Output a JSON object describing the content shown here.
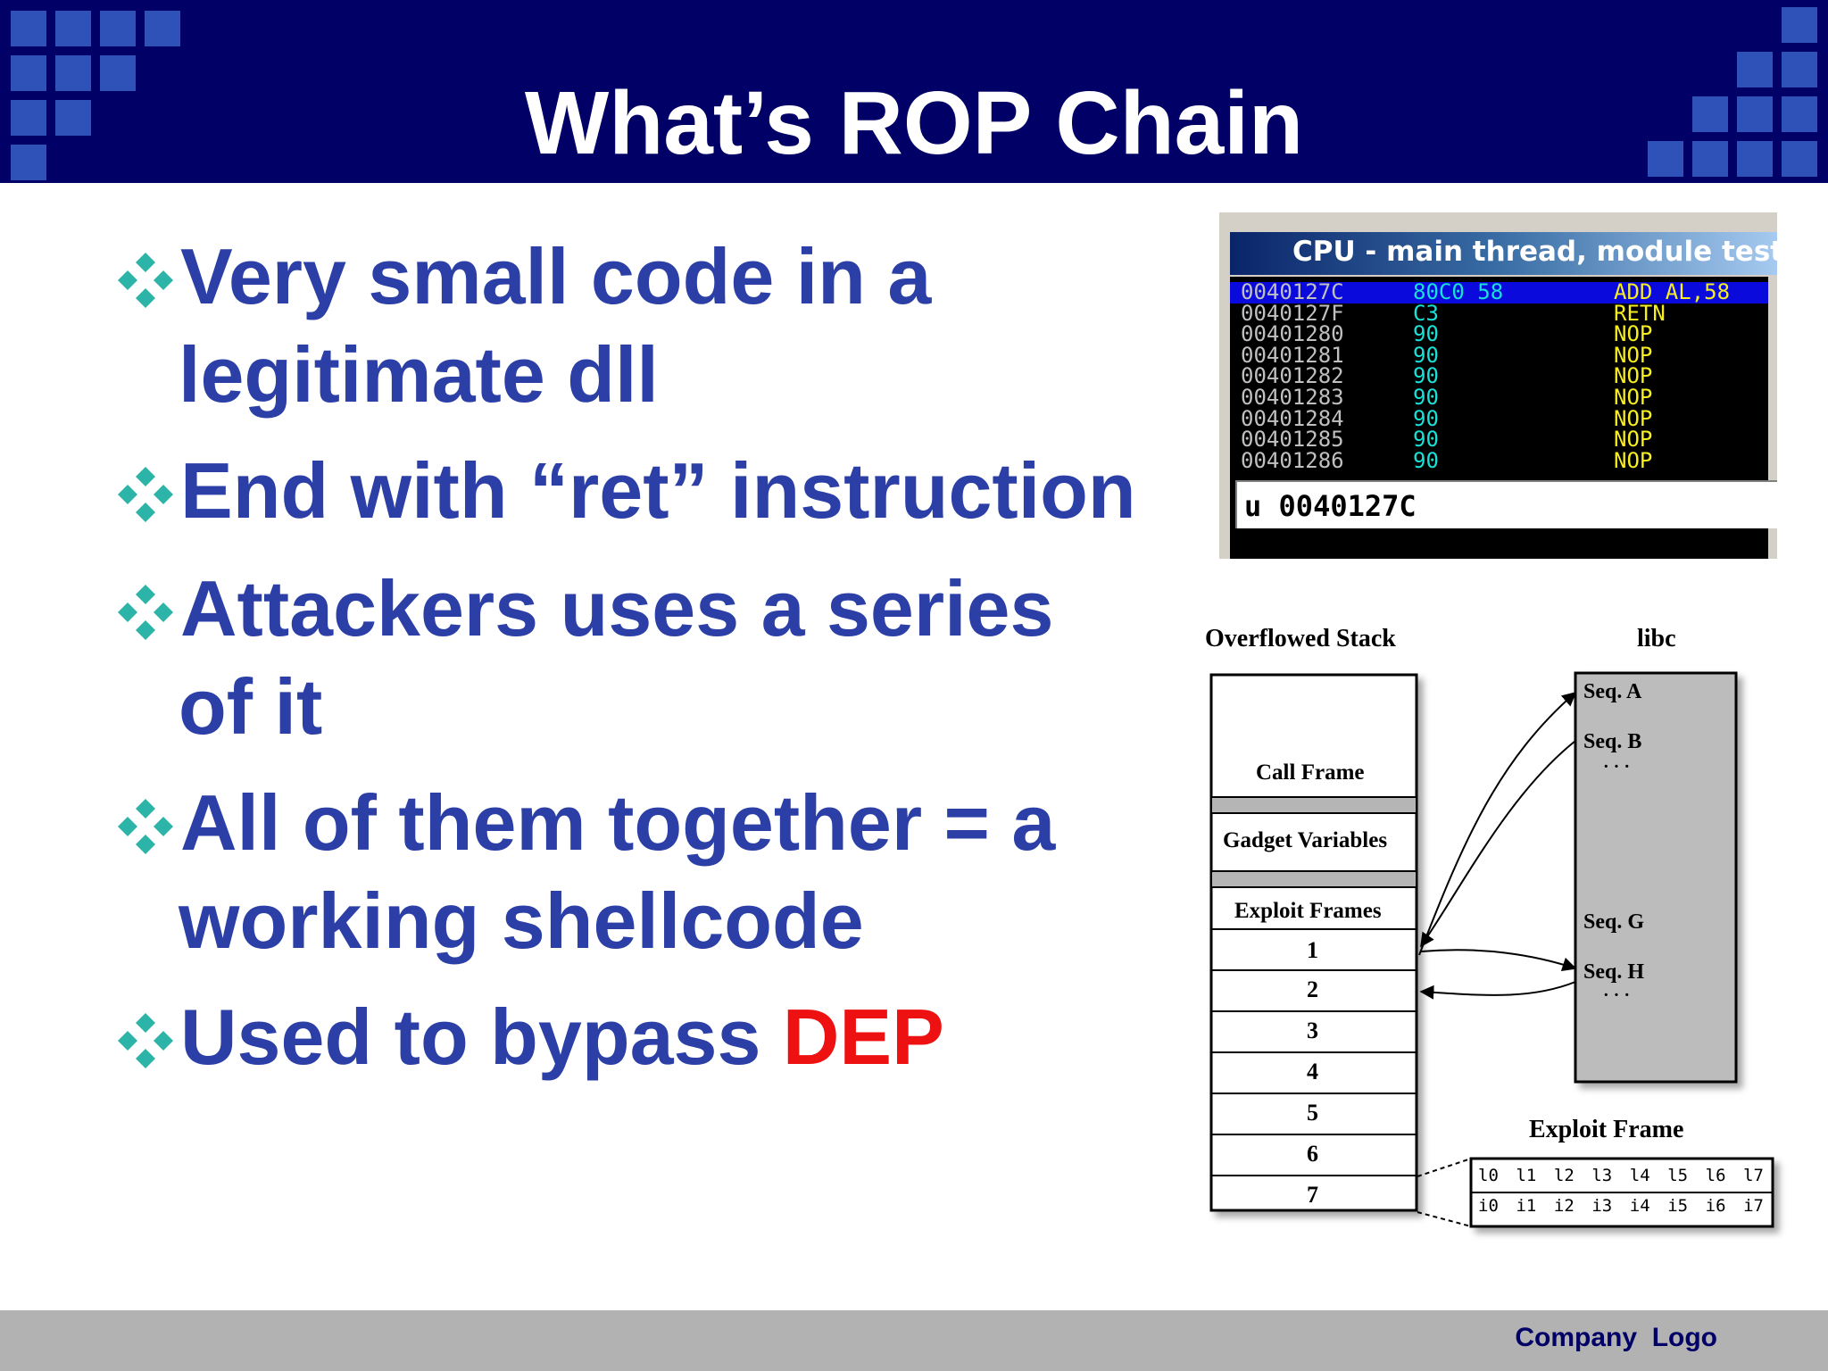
{
  "slide": {
    "title": "What’s ROP Chain",
    "bullets": [
      {
        "lines": [
          "Very small code in a",
          "legitimate dll"
        ]
      },
      {
        "lines": [
          "End with “ret” instruction"
        ]
      },
      {
        "lines": [
          "Attackers uses a series",
          "of it"
        ]
      },
      {
        "lines": [
          "All of them together = a",
          "working shellcode"
        ]
      },
      {
        "prefix": "Used to bypass ",
        "highlight": "DEP"
      }
    ],
    "footer": "Company  Logo"
  },
  "colors": {
    "header_bg": "#000066",
    "header_squares": "#2f52b8",
    "bullet_text": "#2b3fa6",
    "bullet_marker": "#2cb4a8",
    "highlight": "#ee1111",
    "footer_bg": "#b2b2b2"
  },
  "debugger": {
    "title": "CPU - main thread, module testshel",
    "rows": [
      {
        "addr": "0040127C",
        "hex": "80C0 58",
        "asm": "ADD AL,58"
      },
      {
        "addr": "0040127F",
        "hex": "C3",
        "asm": "RETN"
      },
      {
        "addr": "00401280",
        "hex": "90",
        "asm": "NOP"
      },
      {
        "addr": "00401281",
        "hex": "90",
        "asm": "NOP"
      },
      {
        "addr": "00401282",
        "hex": "90",
        "asm": "NOP"
      },
      {
        "addr": "00401283",
        "hex": "90",
        "asm": "NOP"
      },
      {
        "addr": "00401284",
        "hex": "90",
        "asm": "NOP"
      },
      {
        "addr": "00401285",
        "hex": "90",
        "asm": "NOP"
      },
      {
        "addr": "00401286",
        "hex": "90",
        "asm": "NOP"
      }
    ],
    "command": "u 0040127C"
  },
  "diagram": {
    "stack_title": "Overflowed Stack",
    "libc_title": "libc",
    "call_frame": "Call Frame",
    "gadget_variables": "Gadget Variables",
    "exploit_frames": "Exploit Frames",
    "frame_numbers": [
      "1",
      "2",
      "3",
      "4",
      "5",
      "6",
      "7"
    ],
    "libc_seqs": [
      "Seq. A",
      "Seq. B",
      "Seq. G",
      "Seq. H"
    ],
    "ellipsis": "· · ·",
    "exploit_frame_title": "Exploit Frame",
    "exploit_frame_row1": [
      "l0",
      "l1",
      "l2",
      "l3",
      "l4",
      "l5",
      "l6",
      "l7"
    ],
    "exploit_frame_row2": [
      "i0",
      "i1",
      "i2",
      "i3",
      "i4",
      "i5",
      "i6",
      "i7"
    ]
  }
}
